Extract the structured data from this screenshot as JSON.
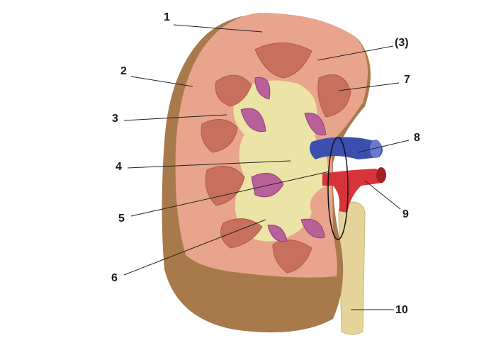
{
  "diagram": {
    "subject": "kidney-cross-section",
    "labels": [
      "1",
      "2",
      "3",
      "(3)",
      "4",
      "5",
      "6",
      "7",
      "8",
      "9",
      "10"
    ],
    "colors": {
      "capsule": "#a8794a",
      "cortex": "#e8a48c",
      "medulla": "#c8705e",
      "pelvis": "#ece3a6",
      "calyx": "#b9609a",
      "vein": "#3a4fb0",
      "artery": "#d8323a",
      "ureter": "#e5d49a"
    }
  }
}
